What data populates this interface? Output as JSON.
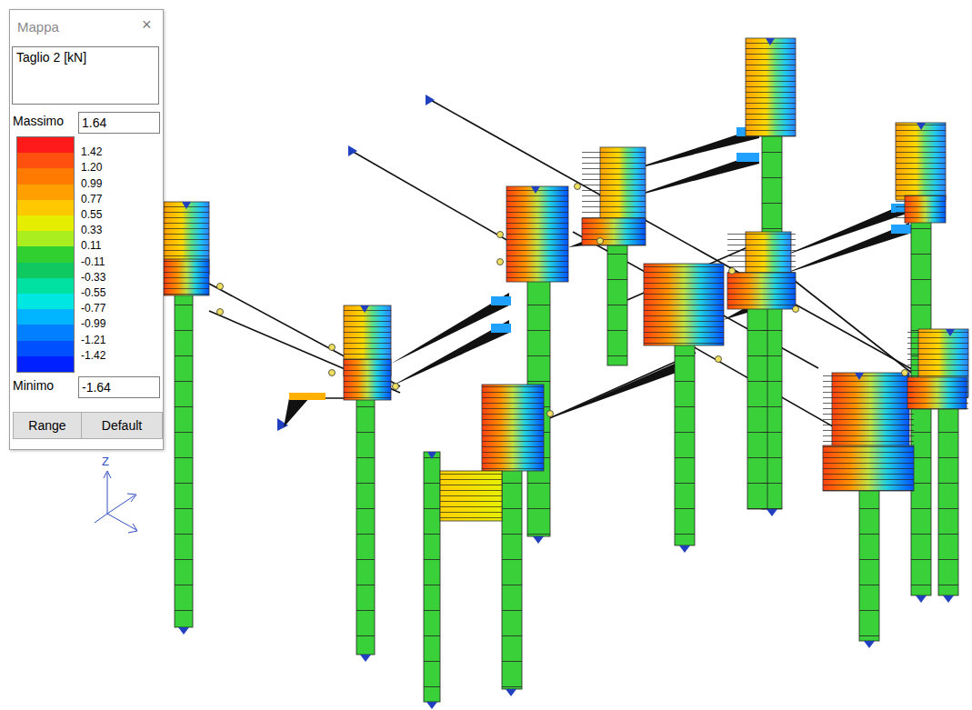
{
  "diagram": {
    "nodes": [
      {
        "text": [
          "Mappa"
        ]
      },
      {
        "text": [
          "Taglio 2 [kN]"
        ],
        "in": 0
      },
      {
        "text": [
          "1.64"
        ],
        "in": 0
      },
      {
        "text": [
          "-1.64"
        ],
        "in": 0
      },
      {
        "text": [
          "Range"
        ],
        "in": 0
      },
      {
        "text": [
          "Default"
        ],
        "in": 0
      }
    ],
    "labels": [
      "×",
      "Massimo",
      "Minimo",
      "Z"
    ],
    "legend": [
      {
        "text": "1.42",
        "color": "#ff5010"
      },
      {
        "text": "1.20",
        "color": "#ff7a00"
      },
      {
        "text": "0.99",
        "color": "#ffa000"
      },
      {
        "text": "0.77",
        "color": "#ffc800"
      },
      {
        "text": "0.55",
        "color": "#e6ee00"
      },
      {
        "text": "0.33",
        "color": "#aaee20"
      },
      {
        "text": "0.11",
        "color": "#30d030"
      },
      {
        "text": "-0.11",
        "color": "#10c860"
      },
      {
        "text": "-0.33",
        "color": "#00e0a0"
      },
      {
        "text": "-0.55",
        "color": "#00e6e0"
      },
      {
        "text": "-0.77",
        "color": "#00b4ff"
      },
      {
        "text": "-0.99",
        "color": "#0080ff"
      },
      {
        "text": "-1.21",
        "color": "#0050ff"
      },
      {
        "text": "-1.42",
        "color": "#0020ff"
      }
    ]
  }
}
